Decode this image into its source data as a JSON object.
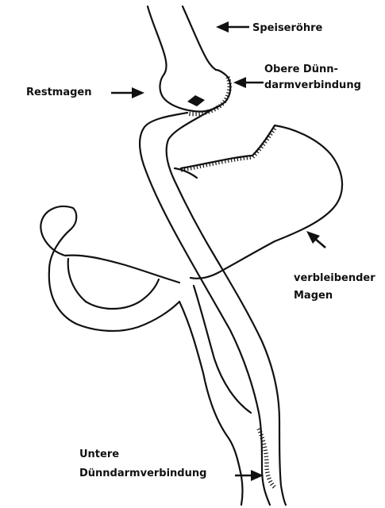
{
  "labels": {
    "speiseroehre": "Speiseröhre",
    "obere_line1": "Obere Dünn-",
    "obere_line2": "darmverbindung",
    "restmagen": "Restmagen",
    "verbleibender_line1": "verbleibender",
    "verbleibender_line2": "Magen",
    "untere_line1": "Untere",
    "untere_line2": "Dünndarmverbindung"
  },
  "colors": {
    "ink": "#111111",
    "background": "#ffffff"
  }
}
